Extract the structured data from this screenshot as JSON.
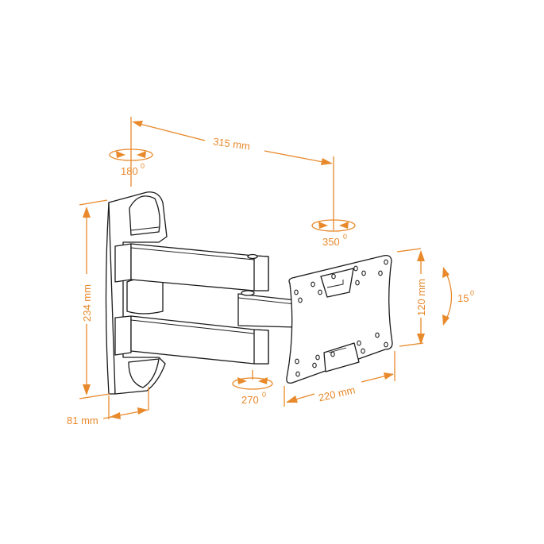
{
  "diagram": {
    "subject": "Swivel TV wall mount bracket with double articulating arm",
    "colors": {
      "dimension": "#e8892b",
      "outline": "#1a1a1a",
      "background": "#ffffff"
    },
    "dimensions": {
      "arm_extension": {
        "value": "315",
        "unit": "mm"
      },
      "wall_plate_height": {
        "value": "234",
        "unit": "mm"
      },
      "wall_plate_depth": {
        "value": "81",
        "unit": "mm"
      },
      "vesa_width": {
        "value": "220",
        "unit": "mm"
      },
      "vesa_height": {
        "value": "120",
        "unit": "mm"
      }
    },
    "rotations": {
      "wall_joint": {
        "value": "180",
        "unit": "0"
      },
      "head_swivel": {
        "value": "350",
        "unit": "0"
      },
      "middle_joint": {
        "value": "270",
        "unit": "0"
      },
      "tilt": {
        "value": "15",
        "unit": "0"
      }
    },
    "labels": {
      "arm_extension": "315 mm",
      "wall_plate_height": "234 mm",
      "wall_plate_depth": "81 mm",
      "vesa_width": "220 mm",
      "vesa_height": "120 mm",
      "wall_joint": "180",
      "head_swivel": "350",
      "middle_joint": "270",
      "tilt": "15",
      "degree_mark": "0"
    }
  }
}
